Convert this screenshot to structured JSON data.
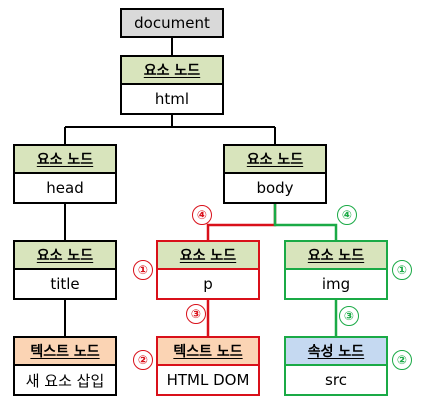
{
  "root": {
    "label": "document"
  },
  "nodes": {
    "html": {
      "type": "요소 노드",
      "value": "html"
    },
    "head": {
      "type": "요소 노드",
      "value": "head"
    },
    "body": {
      "type": "요소 노드",
      "value": "body"
    },
    "title": {
      "type": "요소 노드",
      "value": "title"
    },
    "p": {
      "type": "요소 노드",
      "value": "p"
    },
    "img": {
      "type": "요소 노드",
      "value": "img"
    },
    "text_title": {
      "type": "텍스트 노드",
      "value": "새 요소 삽입"
    },
    "text_p": {
      "type": "텍스트 노드",
      "value": "HTML DOM"
    },
    "attr_src": {
      "type": "속성 노드",
      "value": "src"
    }
  },
  "markers": {
    "p_step": "①",
    "text_p_step": "②",
    "p_text_link_step": "③",
    "body_p_link_step": "④",
    "img_step": "①",
    "attr_src_step": "②",
    "img_attr_link_step": "③",
    "body_img_link_step": "④"
  },
  "colors": {
    "element_header": "#d8e4bc",
    "text_header": "#fbd4b4",
    "attribute_header": "#c5d9f1",
    "document": "#d9d9d9",
    "red_path": "#d9101a",
    "green_path": "#1aaa46",
    "black_path": "#000000"
  }
}
